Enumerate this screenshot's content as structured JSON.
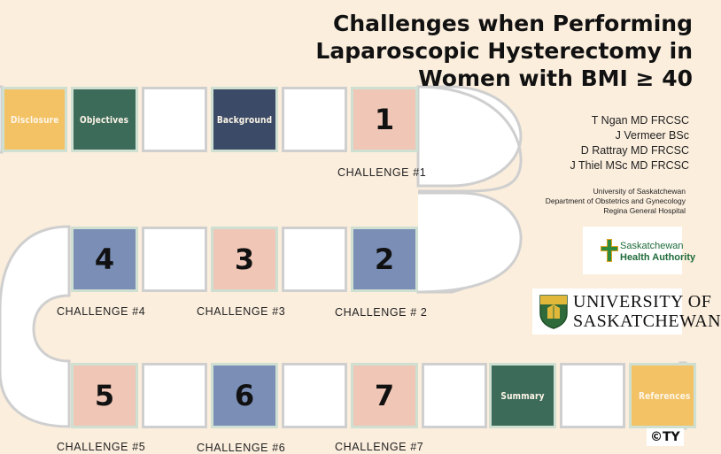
{
  "title_lines": [
    "Challenges when Performing",
    "Laparoscopic Hysterectomy in",
    "Women with BMI ≥ 40"
  ],
  "authors": [
    "T Ngan MD FRCSC",
    "J Vermeer BSc",
    "D Rattray MD FRCSC",
    "J Thiel MSc MD FRCSC"
  ],
  "affiliation": [
    "University of Saskatchewan",
    "Department of Obstetrics and Gynecology",
    "Regina General Hospital"
  ],
  "board": {
    "disclosure": "Disclosure",
    "objectives": "Objectives",
    "background": "Background",
    "summary": "Summary",
    "references": "References",
    "challenges": [
      "1",
      "2",
      "3",
      "4",
      "5",
      "6",
      "7"
    ],
    "captions": [
      "CHALLENGE #1",
      "CHALLENGE # 2",
      "CHALLENGE #3",
      "CHALLENGE #4",
      "CHALLENGE #5",
      "CHALLENGE #6",
      "CHALLENGE #7"
    ]
  },
  "logos": {
    "sha_line1": "Saskatchewan",
    "sha_line2": "Health Authority",
    "usask_line1": "UNIVERSITY OF",
    "usask_line2": "SASKATCHEWAN"
  },
  "copyright": "©TY",
  "colors": {
    "background": "#fbeedd",
    "disclosure": "#f3c265",
    "dark_green": "#3d6b5a",
    "navy": "#3b4a66",
    "blue_grey": "#7a8eb6",
    "pink": "#f0c6b6"
  }
}
